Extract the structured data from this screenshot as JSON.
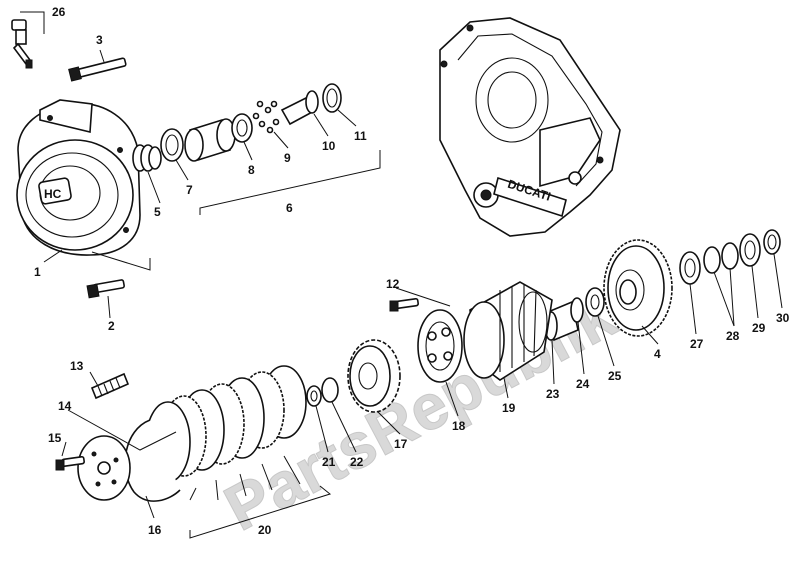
{
  "watermark": "PartsRepublik",
  "cover_logo": "HC",
  "casing_text": "DUCATI",
  "callouts": {
    "c1": "1",
    "c2": "2",
    "c3": "3",
    "c4": "4",
    "c5": "5",
    "c6": "6",
    "c7": "7",
    "c8": "8",
    "c9": "9",
    "c10": "10",
    "c11": "11",
    "c12": "12",
    "c13": "13",
    "c14": "14",
    "c15": "15",
    "c16": "16",
    "c17": "17",
    "c18": "18",
    "c19": "19",
    "c20": "20",
    "c21": "21",
    "c22": "22",
    "c23": "23",
    "c24": "24",
    "c25": "25",
    "c26": "26",
    "c27": "27",
    "c28": "28",
    "c29": "29",
    "c30": "30"
  }
}
